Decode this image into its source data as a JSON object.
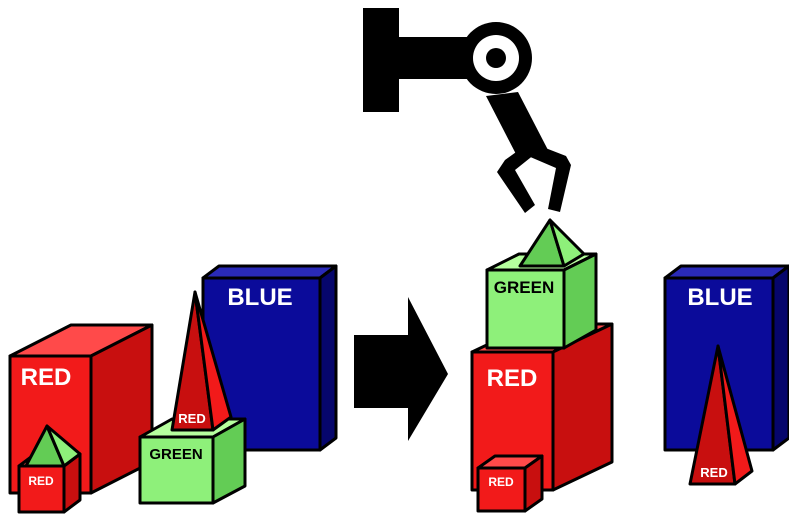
{
  "colors": {
    "red_front": "#f21a1a",
    "red_side": "#c80f0f",
    "red_top": "#ff4a4a",
    "green_front": "#8ef07a",
    "green_side": "#63cc55",
    "green_top": "#b6ff9e",
    "blue_front": "#0b0b9a",
    "blue_side": "#06066c",
    "blue_top": "#2a2ab8",
    "outline": "#000000",
    "robot": "#000000"
  },
  "before": {
    "red_big_label": "RED",
    "red_small_label": "RED",
    "red_pyramid_label": "RED",
    "green_cube_label": "GREEN",
    "blue_block_label": "BLUE"
  },
  "after": {
    "green_cube_label": "GREEN",
    "red_big_label": "RED",
    "red_small_label": "RED",
    "blue_block_label": "BLUE",
    "red_pyramid_label": "RED"
  },
  "icons": {
    "transition": "right-arrow-icon",
    "robot": "robot-arm-icon"
  }
}
